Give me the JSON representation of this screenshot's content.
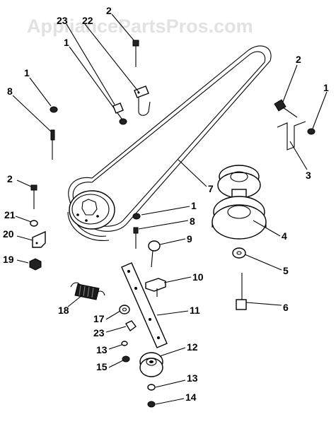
{
  "watermark": "AppliancePartsPros.com",
  "callouts": {
    "c1a": "1",
    "c1b": "1",
    "c1c": "1",
    "c1d": "1",
    "c2a": "2",
    "c2b": "2",
    "c2c": "2",
    "c3": "3",
    "c4": "4",
    "c5": "5",
    "c6": "6",
    "c7": "7",
    "c8a": "8",
    "c8b": "8",
    "c9": "9",
    "c10": "10",
    "c11": "11",
    "c12": "12",
    "c13a": "13",
    "c13b": "13",
    "c14": "14",
    "c15": "15",
    "c17": "17",
    "c18": "18",
    "c19": "19",
    "c20": "20",
    "c21": "21",
    "c22": "22",
    "c23a": "23",
    "c23b": "23"
  }
}
